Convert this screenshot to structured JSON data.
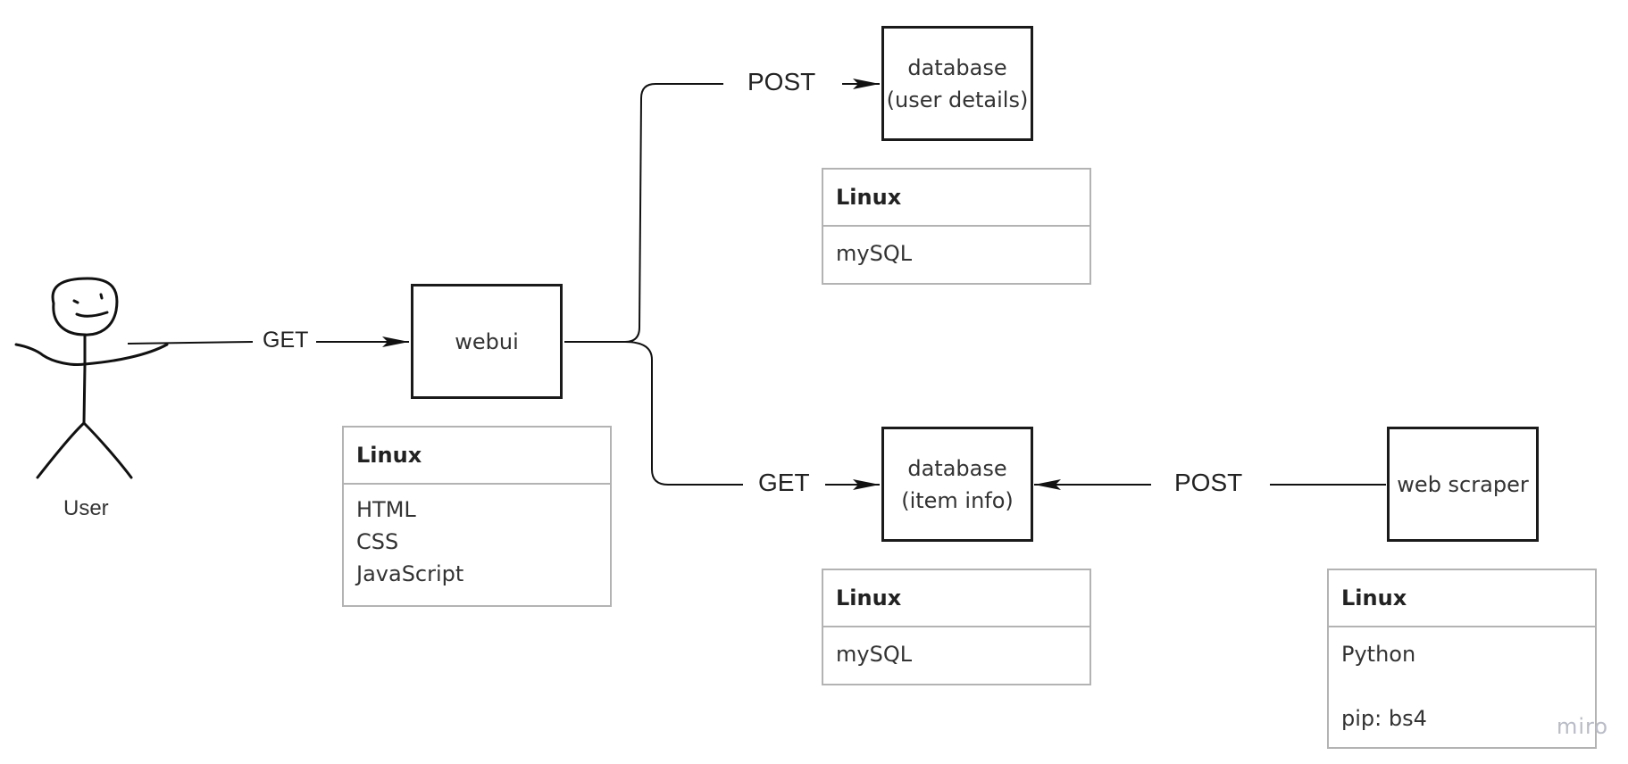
{
  "actor": {
    "label": "User",
    "icon": "stick-figure-icon"
  },
  "nodes": {
    "webui": {
      "label": "webui"
    },
    "db_user": {
      "label": "database\n(user details)"
    },
    "db_item": {
      "label": "database\n(item info)"
    },
    "scraper": {
      "label": "web scraper"
    }
  },
  "edges": {
    "user_to_webui": {
      "label": "GET"
    },
    "webui_to_db_user": {
      "label": "POST"
    },
    "webui_to_db_item": {
      "label": "GET"
    },
    "scraper_to_db_item": {
      "label": "POST"
    }
  },
  "cards": {
    "webui": {
      "title": "Linux",
      "items": [
        "HTML",
        "CSS",
        "JavaScript"
      ]
    },
    "db_user": {
      "title": "Linux",
      "items": [
        "mySQL"
      ]
    },
    "db_item": {
      "title": "Linux",
      "items": [
        "mySQL"
      ]
    },
    "scraper": {
      "title": "Linux",
      "items": [
        "Python",
        "",
        "pip: bs4"
      ]
    }
  },
  "watermark": "miro"
}
